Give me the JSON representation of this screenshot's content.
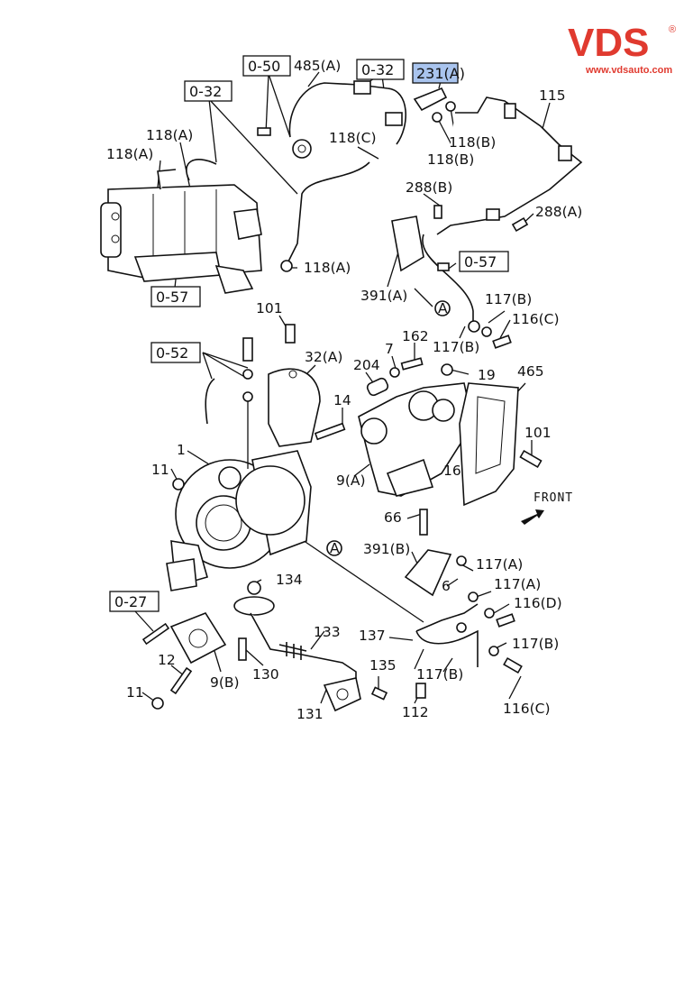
{
  "brand": {
    "logo": "VDS",
    "trademark": "®",
    "url": "www.vdsauto.com",
    "color": "#e03a2f"
  },
  "highlight_color": "#a9c4ee",
  "front_label": "FRONT",
  "callouts": [
    {
      "id": "c-0-50",
      "text": "0-50",
      "boxed": true
    },
    {
      "id": "c-485a",
      "text": "485(A)",
      "boxed": false
    },
    {
      "id": "c-0-32-top",
      "text": "0-32",
      "boxed": true
    },
    {
      "id": "c-231a",
      "text": "231(A)",
      "boxed": false,
      "highlighted": true
    },
    {
      "id": "c-115",
      "text": "115",
      "boxed": false
    },
    {
      "id": "c-0-32-left",
      "text": "0-32",
      "boxed": true
    },
    {
      "id": "c-118a-1",
      "text": "118(A)",
      "boxed": false
    },
    {
      "id": "c-118a-2",
      "text": "118(A)",
      "boxed": false
    },
    {
      "id": "c-118c",
      "text": "118(C)",
      "boxed": false
    },
    {
      "id": "c-118b-1",
      "text": "118(B)",
      "boxed": false
    },
    {
      "id": "c-118b-2",
      "text": "118(B)",
      "boxed": false
    },
    {
      "id": "c-288b",
      "text": "288(B)",
      "boxed": false
    },
    {
      "id": "c-288a",
      "text": "288(A)",
      "boxed": false
    },
    {
      "id": "c-118a-3",
      "text": "118(A)",
      "boxed": false
    },
    {
      "id": "c-0-57-top",
      "text": "0-57",
      "boxed": true
    },
    {
      "id": "c-0-57-right",
      "text": "0-57",
      "boxed": true
    },
    {
      "id": "c-391a",
      "text": "391(A)",
      "boxed": false
    },
    {
      "id": "c-117b-1",
      "text": "117(B)",
      "boxed": false
    },
    {
      "id": "c-116c-1",
      "text": "116(C)",
      "boxed": false
    },
    {
      "id": "c-117b-2",
      "text": "117(B)",
      "boxed": false
    },
    {
      "id": "c-101-top",
      "text": "101",
      "boxed": false
    },
    {
      "id": "c-0-52",
      "text": "0-52",
      "boxed": true
    },
    {
      "id": "c-32a",
      "text": "32(A)",
      "boxed": false
    },
    {
      "id": "c-7",
      "text": "7",
      "boxed": false
    },
    {
      "id": "c-162",
      "text": "162",
      "boxed": false
    },
    {
      "id": "c-204",
      "text": "204",
      "boxed": false
    },
    {
      "id": "c-19",
      "text": "19",
      "boxed": false
    },
    {
      "id": "c-465",
      "text": "465",
      "boxed": false
    },
    {
      "id": "c-14",
      "text": "14",
      "boxed": false
    },
    {
      "id": "c-101-right",
      "text": "101",
      "boxed": false
    },
    {
      "id": "c-1",
      "text": "1",
      "boxed": false
    },
    {
      "id": "c-11-top",
      "text": "11",
      "boxed": false
    },
    {
      "id": "c-9a",
      "text": "9(A)",
      "boxed": false
    },
    {
      "id": "c-16",
      "text": "16",
      "boxed": false
    },
    {
      "id": "c-66",
      "text": "66",
      "boxed": false
    },
    {
      "id": "c-391b",
      "text": "391(B)",
      "boxed": false
    },
    {
      "id": "c-117a-1",
      "text": "117(A)",
      "boxed": false
    },
    {
      "id": "c-6",
      "text": "6",
      "boxed": false
    },
    {
      "id": "c-117a-2",
      "text": "117(A)",
      "boxed": false
    },
    {
      "id": "c-134",
      "text": "134",
      "boxed": false
    },
    {
      "id": "c-0-27",
      "text": "0-27",
      "boxed": true
    },
    {
      "id": "c-116d",
      "text": "116(D)",
      "boxed": false
    },
    {
      "id": "c-133",
      "text": "133",
      "boxed": false
    },
    {
      "id": "c-137",
      "text": "137",
      "boxed": false
    },
    {
      "id": "c-117b-3",
      "text": "117(B)",
      "boxed": false
    },
    {
      "id": "c-12",
      "text": "12",
      "boxed": false
    },
    {
      "id": "c-9b",
      "text": "9(B)",
      "boxed": false
    },
    {
      "id": "c-130",
      "text": "130",
      "boxed": false
    },
    {
      "id": "c-135",
      "text": "135",
      "boxed": false
    },
    {
      "id": "c-117b-4",
      "text": "117(B)",
      "boxed": false
    },
    {
      "id": "c-11-bottom",
      "text": "11",
      "boxed": false
    },
    {
      "id": "c-131",
      "text": "131",
      "boxed": false
    },
    {
      "id": "c-112",
      "text": "112",
      "boxed": false
    },
    {
      "id": "c-116c-2",
      "text": "116(C)",
      "boxed": false
    }
  ],
  "reference_markers": [
    {
      "id": "ref-a-1",
      "text": "A"
    },
    {
      "id": "ref-a-2",
      "text": "A"
    }
  ]
}
